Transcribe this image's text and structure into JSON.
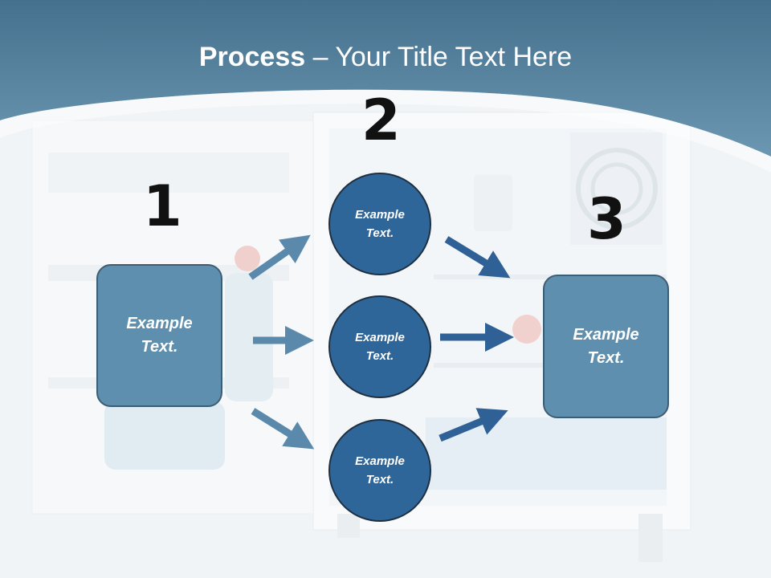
{
  "slide": {
    "title_bold": "Process",
    "title_rest": " – Your Title Text Here",
    "colors": {
      "header": "#4f7d99",
      "box": "#5f8fae",
      "circle": "#2f6699",
      "arrow_light": "#5a89ab",
      "arrow_dark": "#2f6096"
    }
  },
  "steps": {
    "step1_number": "1",
    "step2_number": "2",
    "step3_number": "3"
  },
  "nodes": {
    "left_box": "Example\nText.",
    "circle_top": "Example\nText.",
    "circle_middle": "Example\nText.",
    "circle_bottom": "Example\nText.",
    "right_box": "Example\nText."
  }
}
